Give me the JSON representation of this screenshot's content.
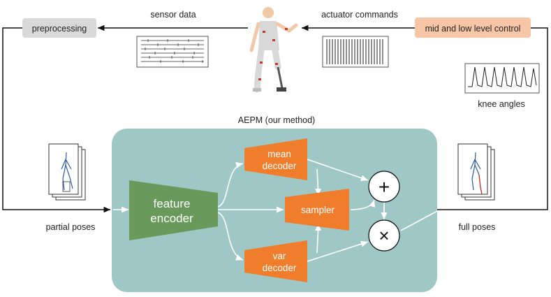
{
  "labels": {
    "preprocessing": "preprocessing",
    "sensor_data": "sensor data",
    "actuator_commands": "actuator commands",
    "mid_low_control": "mid and low level control",
    "knee_angles": "knee angles",
    "method_title": "AEPM (our method)",
    "partial_poses": "partial poses",
    "full_poses": "full poses",
    "feature_encoder_line1": "feature",
    "feature_encoder_line2": "encoder",
    "mean_decoder_line1": "mean",
    "mean_decoder_line2": "decoder",
    "var_decoder_line1": "var",
    "var_decoder_line2": "decoder",
    "sampler": "sampler",
    "plus_symbol": "+",
    "times_symbol": "×"
  },
  "colors": {
    "method_panel": "#9fc7c6",
    "feature_encoder": "#6a9a5b",
    "decoder_orange": "#ef7d2c",
    "preprocessing_box": "#d9d9d9",
    "control_box": "#f6c6a6",
    "wire": "#111111",
    "inner_arrow": "#ffffff"
  }
}
